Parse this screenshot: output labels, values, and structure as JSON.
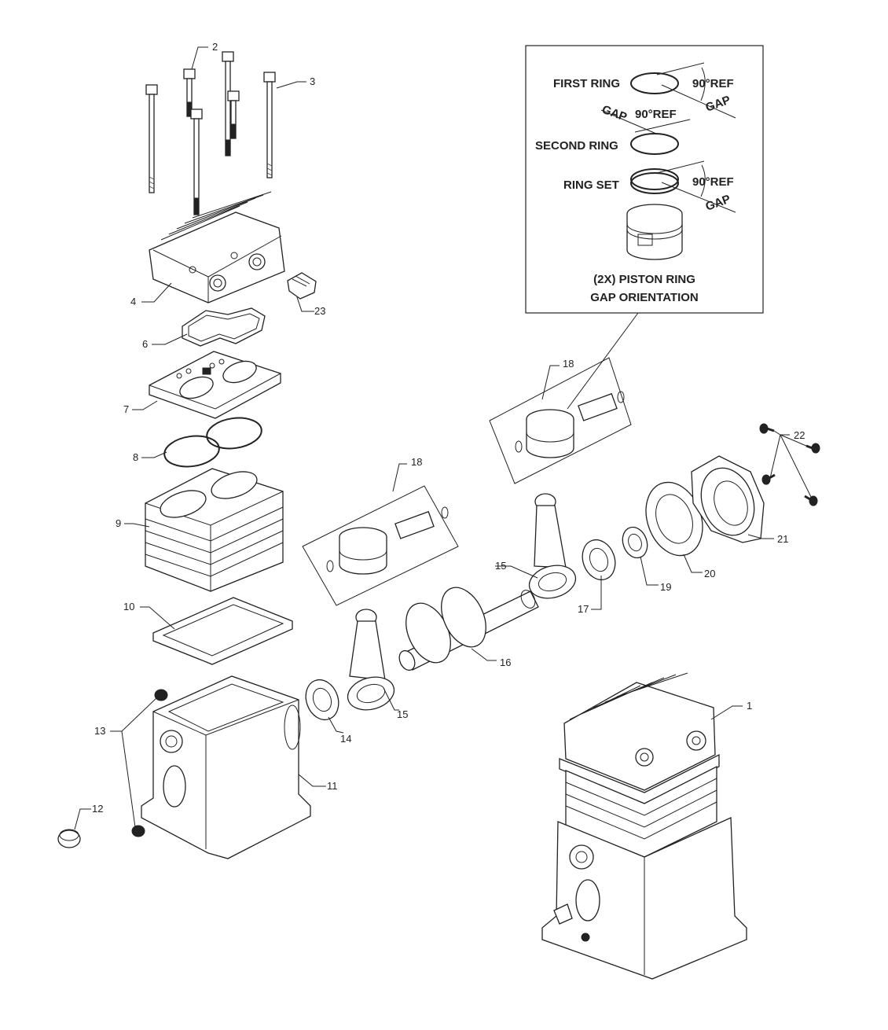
{
  "colors": {
    "line": "#222222",
    "background": "#ffffff"
  },
  "callouts": {
    "c1": "1",
    "c2": "2",
    "c3": "3",
    "c4": "4",
    "c6": "6",
    "c7": "7",
    "c8": "8",
    "c9": "9",
    "c10": "10",
    "c11": "11",
    "c12": "12",
    "c13": "13",
    "c14": "14",
    "c15a": "15",
    "c15b": "15",
    "c16": "16",
    "c17": "17",
    "c18a": "18",
    "c18b": "18",
    "c19": "19",
    "c20": "20",
    "c21": "21",
    "c22": "22",
    "c23": "23"
  },
  "inset": {
    "first_ring": "FIRST RING",
    "second_ring": "SECOND RING",
    "ring_set": "RING SET",
    "ref1": "90°REF",
    "ref2": "90°REF",
    "ref3": "90°REF",
    "gap1": "GAP",
    "gap2": "GAP",
    "gap3": "GAP",
    "caption_line1": "(2X) PISTON RING",
    "caption_line2": "GAP ORIENTATION"
  }
}
